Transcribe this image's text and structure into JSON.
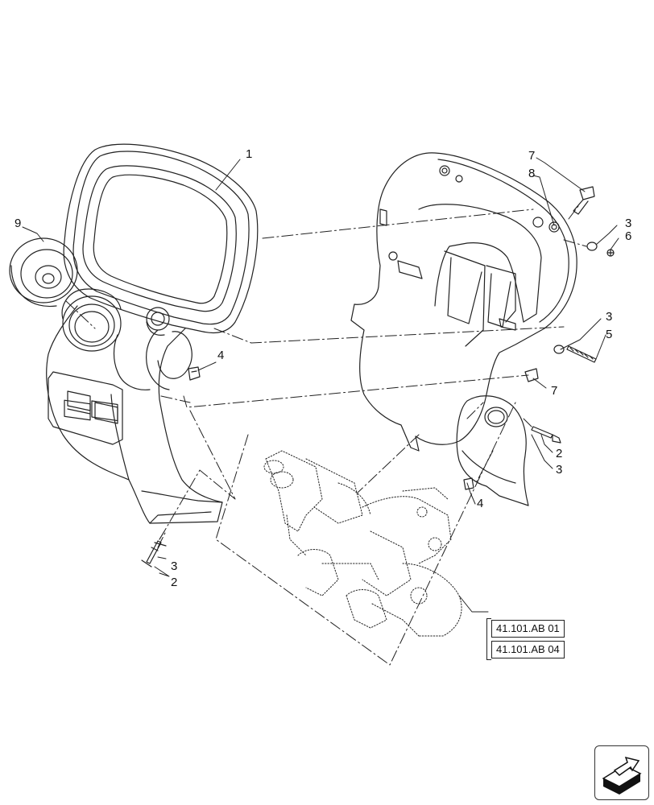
{
  "callouts": {
    "c1": "1",
    "c9": "9",
    "c4_left": "4",
    "c3_left": "3",
    "c2_left": "2",
    "c7_top": "7",
    "c8": "8",
    "c3_top": "3",
    "c6": "6",
    "c3_mid": "3",
    "c5": "5",
    "c7_mid": "7",
    "c2_right": "2",
    "c3_right": "3",
    "c4_right": "4"
  },
  "references": {
    "ref1": "41.101.AB 01",
    "ref2": "41.101.AB 04"
  },
  "nav": {
    "icon": "next-page-arrow-icon"
  }
}
